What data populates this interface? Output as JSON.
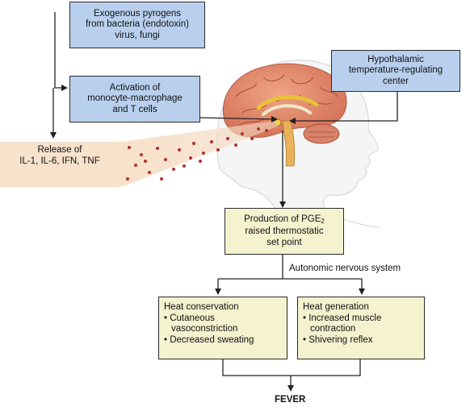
{
  "boxes": {
    "pyrogens": [
      "Exogenous pyrogens",
      "from bacteria (endotoxin)",
      "virus, fungi"
    ],
    "activation": [
      "Activation of",
      "monocyte-macrophage",
      "and T cells"
    ],
    "release": [
      "Release of",
      "IL-1, IL-6, IFN, TNF"
    ],
    "hypothalamic": [
      "Hypothalamic",
      "temperature-regulating",
      "center"
    ],
    "pge2": {
      "line1_prefix": "Production of PGE",
      "line1_sub": "2",
      "line2": "raised thermostatic",
      "line3": "set point"
    },
    "heat_conservation": {
      "title": "Heat conservation",
      "items": [
        "• Cutaneous",
        "vasoconstriction",
        "• Decreased sweating"
      ]
    },
    "heat_generation": {
      "title": "Heat generation",
      "items": [
        "• Increased muscle",
        "contraction",
        "• Shivering reflex"
      ]
    }
  },
  "labels": {
    "autonomic": "Autonomic nervous system",
    "fever": "FEVER"
  },
  "colors": {
    "blue_box": "#b8d0ee",
    "yellow_box": "#f5f2cf",
    "dots": "#b0322b",
    "brain": "#e0876a"
  },
  "icons": [
    "head-silhouette",
    "brain-illustration",
    "cytokine-dots"
  ]
}
